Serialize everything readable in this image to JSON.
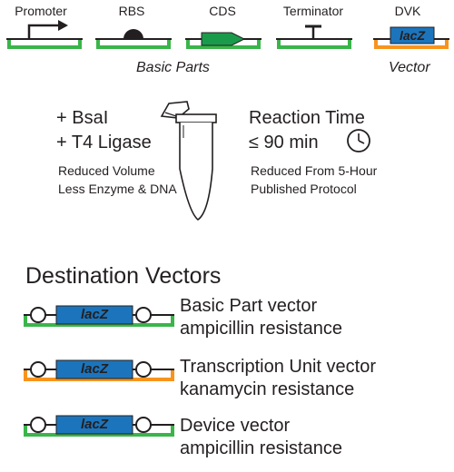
{
  "parts": [
    {
      "label": "Promoter",
      "icon": "promoter-arrow-icon",
      "color": "#3ab54a"
    },
    {
      "label": "RBS",
      "icon": "rbs-semicircle-icon",
      "color": "#3ab54a"
    },
    {
      "label": "CDS",
      "icon": "cds-arrow-icon",
      "color": "#3ab54a"
    },
    {
      "label": "Terminator",
      "icon": "terminator-t-icon",
      "color": "#3ab54a"
    },
    {
      "label": "DVK",
      "icon": "vector-box-icon",
      "color": "#f7941d",
      "gene": "lacZ"
    }
  ],
  "basic_parts_label": "Basic Parts",
  "vector_label": "Vector",
  "reaction": {
    "enzyme": "+ BsaI",
    "ligase": "+ T4 Ligase",
    "note1": "Reduced Volume",
    "note2": "Less Enzyme & DNA",
    "time_title": "Reaction Time",
    "time_value": "≤ 90 min",
    "time_note1": "Reduced From 5-Hour",
    "time_note2": "Published Protocol"
  },
  "destination_title": "Destination Vectors",
  "destinations": [
    {
      "gene": "lacZ",
      "line1": "Basic Part vector",
      "line2": "ampicillin resistance",
      "backbone_color": "#3ab54a"
    },
    {
      "gene": "lacZ",
      "line1": "Transcription Unit vector",
      "line2": "kanamycin resistance",
      "backbone_color": "#f7941d"
    },
    {
      "gene": "lacZ",
      "line1": "Device vector",
      "line2": "ampicillin resistance",
      "backbone_color": "#3ab54a"
    }
  ],
  "colors": {
    "green": "#3ab54a",
    "orange": "#f7941d",
    "blue": "#1c75bc",
    "cds": "#1a9b4b",
    "dark": "#231f20"
  }
}
